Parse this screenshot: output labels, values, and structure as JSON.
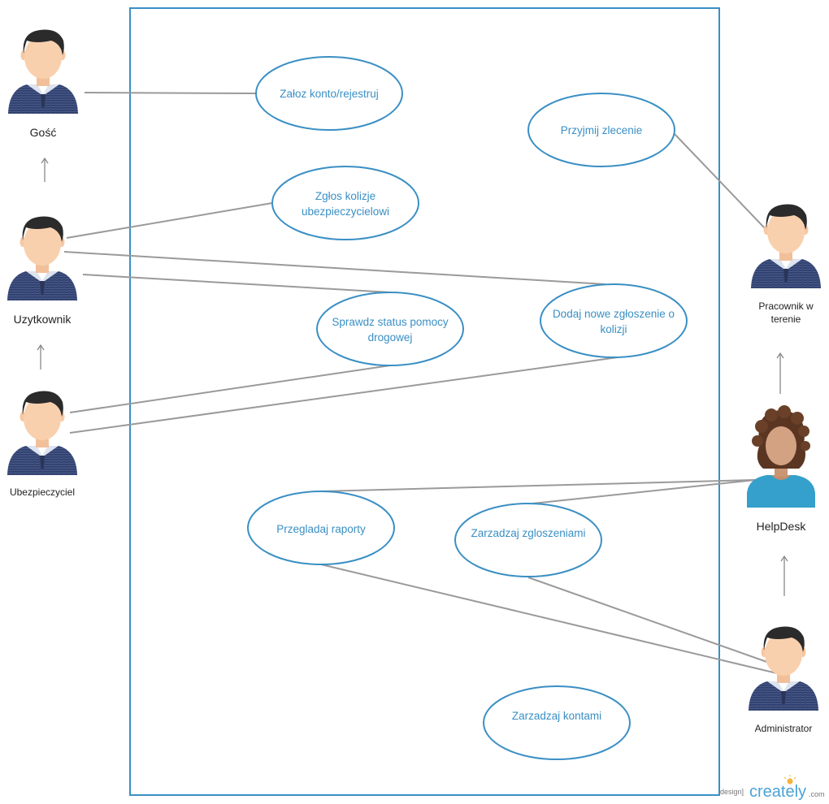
{
  "diagram": {
    "actors": {
      "gosc": "Gość",
      "uzytkownik": "Uzytkownik",
      "ubezpieczyciel": "Ubezpieczyciel",
      "pracownik_line1": "Pracownik w",
      "pracownik_line2": "terenie",
      "helpdesk": "HelpDesk",
      "administrator": "Administrator"
    },
    "use_cases": {
      "register": "Załoz konto/rejestruj",
      "accept_order": "Przyjmij zlecenie",
      "report_line1": "Zgłos kolizje",
      "report_line2": "ubezpieczycielowi",
      "status_line1": "Sprawdz status pomocy",
      "status_line2": "drogowej",
      "add_line1": "Dodaj nowe zgłoszenie o",
      "add_line2": "kolizji",
      "reports": "Przegladaj raporty",
      "manage_tickets": "Zarzadzaj zgloszeniami",
      "manage_accounts": "Zarzadzaj kontami"
    },
    "colors": {
      "border": "#3a8fc4",
      "connector": "#9a9a9a",
      "shirt": "#2f3f6e",
      "helpdesk_shirt": "#35a0cb"
    }
  },
  "watermark": {
    "prefix": "design]",
    "brand": "creately",
    "suffix": ".com"
  }
}
